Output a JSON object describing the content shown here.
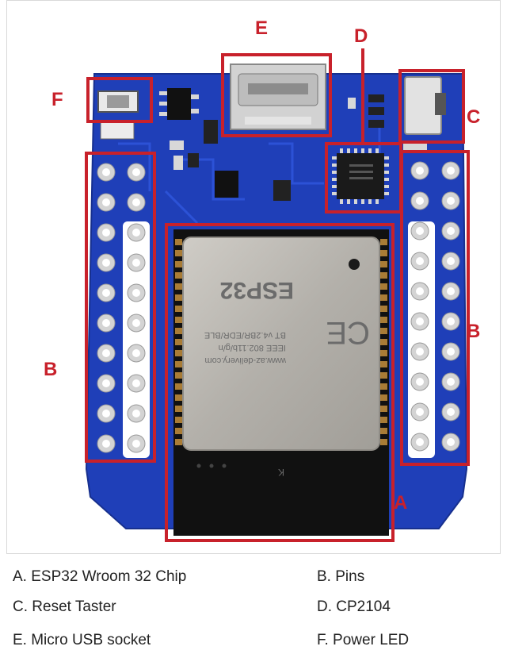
{
  "callouts": {
    "a": "A",
    "b": "B",
    "c": "C",
    "d": "D",
    "e": "E",
    "f": "F"
  },
  "chip_text": {
    "brand": "ESP32",
    "line1": "www.az-delivery.com",
    "line2": "IEEE 802.11b/g/n",
    "line3": "BT v4.2BR/EDR/BLE",
    "ce": "CE",
    "k": "K"
  },
  "legend": [
    {
      "key": "A",
      "text": "A. ESP32 Wroom 32 Chip"
    },
    {
      "key": "B",
      "text": "B. Pins"
    },
    {
      "key": "C",
      "text": "C. Reset Taster"
    },
    {
      "key": "D",
      "text": "D. CP2104"
    },
    {
      "key": "E",
      "text": "E. Micro USB socket"
    },
    {
      "key": "F",
      "text": "F. Power LED"
    }
  ],
  "colors": {
    "board": "#1f3fb8",
    "callout": "#c8212b",
    "shield": "#b7b4ae",
    "antenna": "#111111"
  }
}
